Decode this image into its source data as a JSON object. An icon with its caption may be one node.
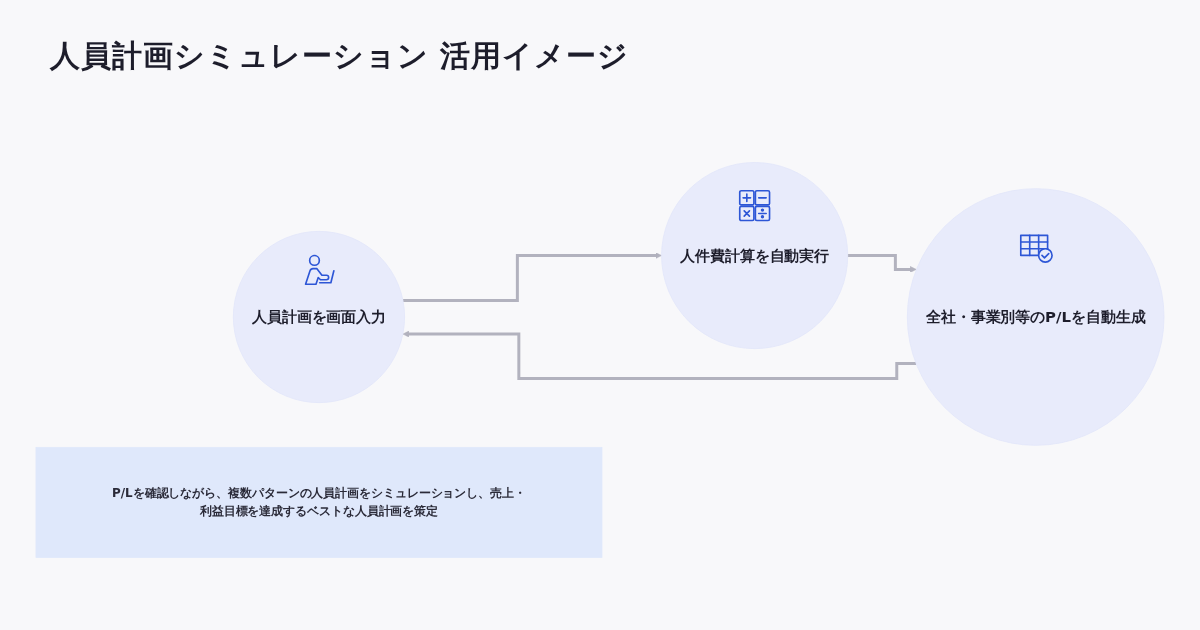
{
  "diagram": {
    "title": "人員計画シミュレーション 活用イメージ",
    "nodes": [
      {
        "text": [
          "人員計画を画面入力"
        ]
      },
      {
        "text": [
          "人件費計算を自動実行"
        ]
      },
      {
        "text": [
          "全社・事業別等のP/Lを自動生成"
        ]
      },
      {
        "text": [
          "P/Lを確認しながら、複数パターンの人員計画をシミュレーションし、売上・利益目標を達成するベストな人員計画を策定"
        ]
      }
    ],
    "edges": [
      {
        "from": 0,
        "to": 1,
        "arrow": "to"
      },
      {
        "from": 1,
        "to": 2,
        "arrow": "to"
      },
      {
        "from": 2,
        "to": 0,
        "arrow": "to"
      }
    ]
  }
}
